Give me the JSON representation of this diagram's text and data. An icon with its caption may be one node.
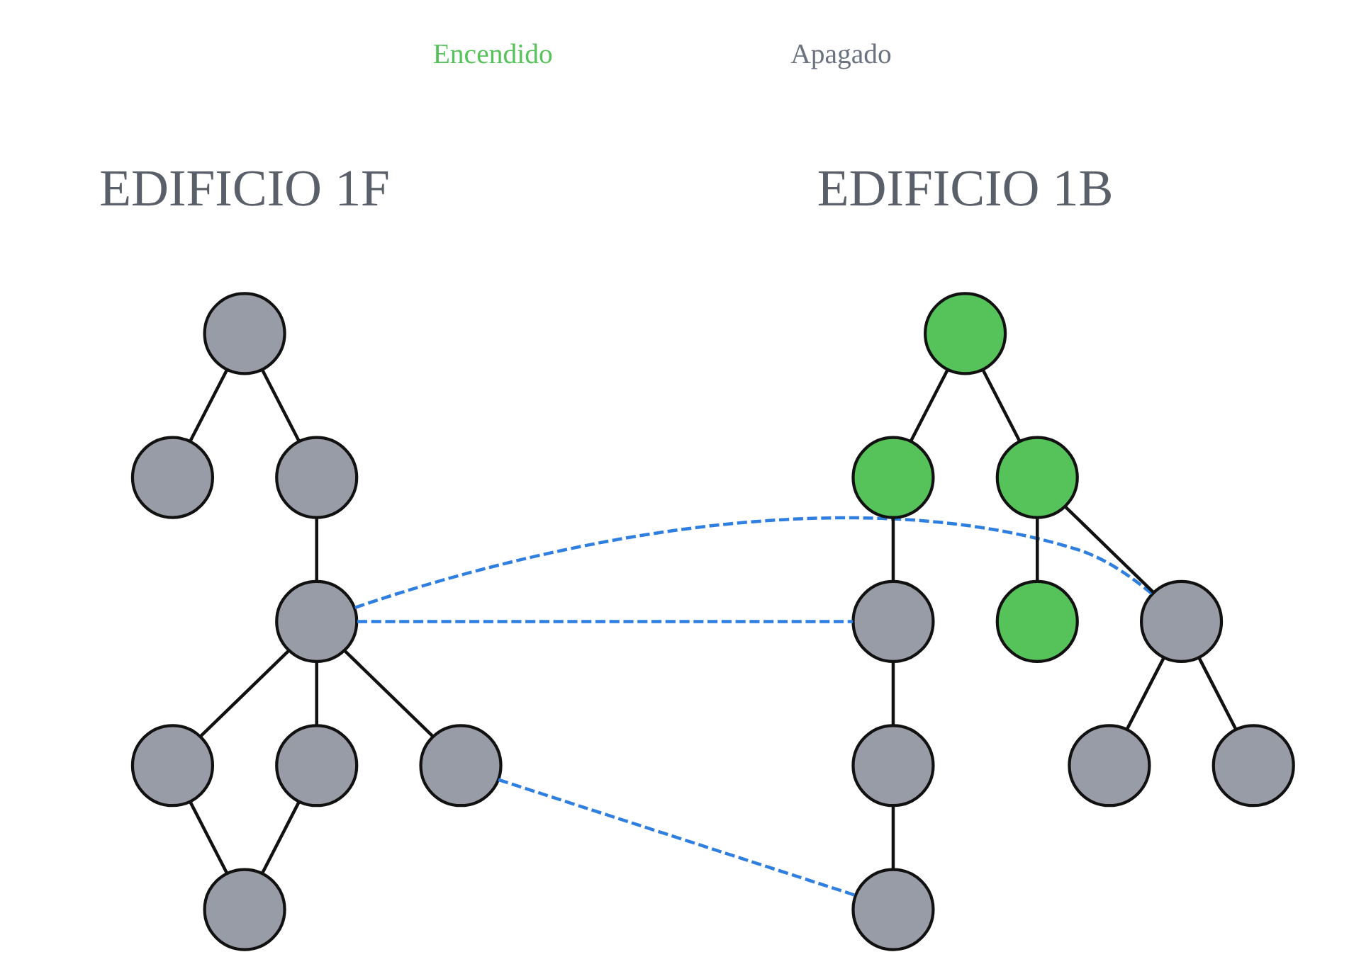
{
  "diagram": {
    "nodes": [
      {
        "text": [],
        "shape": "circle"
      },
      {
        "text": [],
        "shape": "circle"
      },
      {
        "text": [],
        "shape": "circle"
      },
      {
        "text": [],
        "shape": "circle"
      },
      {
        "text": [],
        "shape": "circle"
      },
      {
        "text": [],
        "shape": "circle"
      },
      {
        "text": [],
        "shape": "circle"
      },
      {
        "text": [],
        "shape": "circle"
      },
      {
        "text": [],
        "shape": "circle"
      },
      {
        "text": [],
        "shape": "circle"
      },
      {
        "text": [],
        "shape": "circle"
      },
      {
        "text": [],
        "shape": "circle"
      },
      {
        "text": [],
        "shape": "circle"
      },
      {
        "text": [],
        "shape": "circle"
      },
      {
        "text": [],
        "shape": "circle"
      },
      {
        "text": [],
        "shape": "circle"
      },
      {
        "text": [],
        "shape": "circle"
      },
      {
        "text": [],
        "shape": "circle"
      }
    ],
    "edges": [
      {
        "from": 0,
        "to": 1,
        "arrow": "none"
      },
      {
        "from": 0,
        "to": 2,
        "arrow": "none"
      },
      {
        "from": 2,
        "to": 3,
        "arrow": "none"
      },
      {
        "from": 3,
        "to": 4,
        "arrow": "none"
      },
      {
        "from": 3,
        "to": 5,
        "arrow": "none"
      },
      {
        "from": 3,
        "to": 6,
        "arrow": "none"
      },
      {
        "from": 4,
        "to": 7,
        "arrow": "none"
      },
      {
        "from": 5,
        "to": 7,
        "arrow": "none"
      },
      {
        "from": 8,
        "to": 9,
        "arrow": "none"
      },
      {
        "from": 8,
        "to": 10,
        "arrow": "none"
      },
      {
        "from": 9,
        "to": 11,
        "arrow": "none"
      },
      {
        "from": 10,
        "to": 12,
        "arrow": "none"
      },
      {
        "from": 10,
        "to": 13,
        "arrow": "none"
      },
      {
        "from": 11,
        "to": 14,
        "arrow": "none"
      },
      {
        "from": 13,
        "to": 15,
        "arrow": "none"
      },
      {
        "from": 13,
        "to": 16,
        "arrow": "none"
      },
      {
        "from": 14,
        "to": 17,
        "arrow": "none"
      },
      {
        "from": 3,
        "to": 11,
        "arrow": "none",
        "style": "dashed",
        "color": "#2f7fe0"
      },
      {
        "from": 3,
        "to": 13,
        "arrow": "none",
        "style": "dashed",
        "color": "#2f7fe0"
      },
      {
        "from": 6,
        "to": 17,
        "arrow": "none",
        "style": "dashed",
        "color": "#2f7fe0"
      }
    ],
    "labels": [
      "EDIFICIO 1F",
      "EDIFICIO 1B"
    ],
    "legend": [
      {
        "text": "Encendido",
        "color": "#55c35a"
      },
      {
        "text": "Apagado",
        "color": "#6b7280"
      }
    ]
  }
}
